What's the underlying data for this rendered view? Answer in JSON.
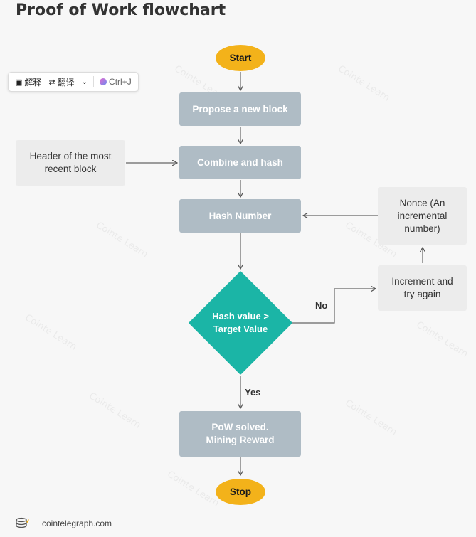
{
  "title": "Proof of Work flowchart",
  "toolbar": {
    "explain_label": "解释",
    "translate_label": "翻译",
    "shortcut_label": "Ctrl+J"
  },
  "nodes": {
    "start": "Start",
    "propose": "Propose a new block",
    "header": "Header of the most recent block",
    "combine": "Combine and hash",
    "hash_number": "Hash Number",
    "nonce": "Nonce (An incremental number)",
    "decision": "Hash value > Target Value",
    "increment": "Increment and try again",
    "pow_solved": "PoW solved. Mining Reward",
    "stop": "Stop"
  },
  "edge_labels": {
    "no": "No",
    "yes": "Yes"
  },
  "watermark": "Cointe Learn",
  "footer": {
    "source": "cointelegraph.com"
  },
  "colors": {
    "step_box": "#afbcc5",
    "side_box": "#ececec",
    "terminal": "#f3b21a",
    "decision": "#1bb5a6"
  }
}
